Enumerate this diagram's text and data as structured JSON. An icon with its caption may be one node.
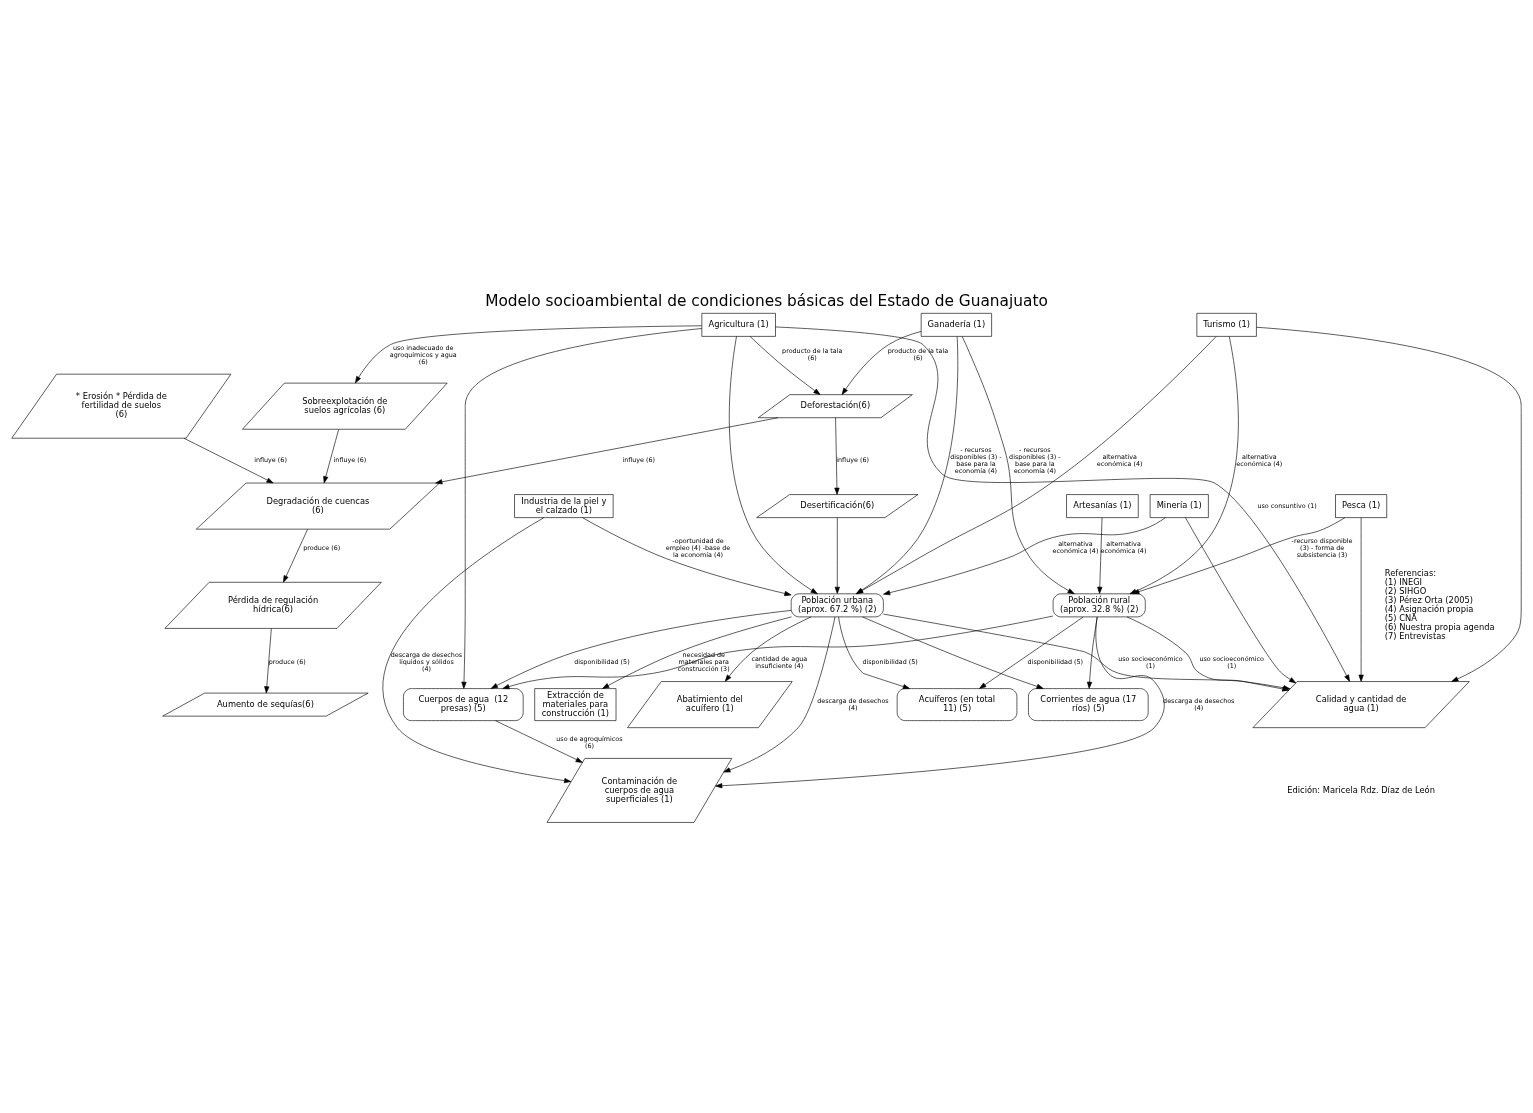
{
  "diagram": {
    "title": "Modelo socioambiental de condiciones básicas del Estado de Guanajuato",
    "nodes": [
      {
        "text": [
          "Agricultura (1)"
        ]
      },
      {
        "text": [
          "Sobreexplotación de suelos agrícolas (6)"
        ]
      },
      {
        "text": [
          "Degradación de cuencas (6)"
        ]
      },
      {
        "text": [
          "* Erosión * Pérdida de fertilidad de suelos (6)"
        ]
      },
      {
        "text": [
          "Cuerpos de agua  (12 presas) (5)"
        ]
      },
      {
        "text": [
          "Industria de la piel y el calzado (1)"
        ]
      },
      {
        "text": [
          "Contaminación de cuerpos de agua superficiales (1)"
        ]
      },
      {
        "text": [
          "Deforestación(6)"
        ]
      },
      {
        "text": [
          "Extracción de materiales para construcción (1)"
        ]
      },
      {
        "text": [
          "Población urbana (aprox. 67.2 %) (2)"
        ]
      },
      {
        "text": [
          "Acuíferos (en total 11) (5)"
        ]
      },
      {
        "text": [
          "Desertificación(6)"
        ]
      },
      {
        "text": [
          "Abatimiento del acuífero (1)"
        ]
      },
      {
        "text": [
          "Minería (1)"
        ]
      },
      {
        "text": [
          "Turismo (1)"
        ]
      },
      {
        "text": [
          "Población rural (aprox. 32.8 %) (2)"
        ]
      },
      {
        "text": [
          "Aumento de sequías(6)"
        ]
      },
      {
        "text": [
          "Pérdida de regulación hídrica(6)"
        ]
      },
      {
        "text": [
          "Corrientes de agua (17 ríos) (5)"
        ]
      },
      {
        "text": [
          "Ganadería (1)"
        ]
      },
      {
        "text": [
          "Artesanías (1)"
        ]
      },
      {
        "text": [
          "Pesca (1)"
        ]
      },
      {
        "text": [
          "Calidad y cantidad de agua (1)"
        ]
      }
    ],
    "edges": [
      {
        "from": 0,
        "to": 1,
        "arrow": "to",
        "label": "uso inadecuado de agroquímicos y agua (6)"
      },
      {
        "from": 0,
        "to": 4,
        "arrow": "to"
      },
      {
        "from": 0,
        "to": 7,
        "arrow": "to",
        "label": "producto de la tala (6)"
      },
      {
        "from": 0,
        "to": 9,
        "arrow": "to"
      },
      {
        "from": 0,
        "to": 22,
        "arrow": "to",
        "label": "uso consuntivo (1)"
      },
      {
        "from": 1,
        "to": 2,
        "arrow": "to",
        "label": "influye (6)"
      },
      {
        "from": 3,
        "to": 2,
        "arrow": "to",
        "label": "influye (6)"
      },
      {
        "from": 4,
        "to": 6,
        "arrow": "to",
        "label": "uso de agroquímicos (6)"
      },
      {
        "from": 5,
        "to": 9,
        "arrow": "to",
        "label": "-oportunidad de empleo (4) -base de la economía (4)"
      },
      {
        "from": 5,
        "to": 6,
        "arrow": "to",
        "label": "descarga de desechos líquidos y sólidos (4)"
      },
      {
        "from": 7,
        "to": 2,
        "arrow": "to",
        "label": "influye (6)"
      },
      {
        "from": 7,
        "to": 11,
        "arrow": "to",
        "label": "influye (6)"
      },
      {
        "from": 9,
        "to": 4,
        "arrow": "to",
        "label": "disponibilidad (5)"
      },
      {
        "from": 9,
        "to": 6,
        "arrow": "to",
        "label": "descarga de desechos (4)"
      },
      {
        "from": 9,
        "to": 10,
        "arrow": "to",
        "label": "disponibilidad (5)"
      },
      {
        "from": 9,
        "to": 8,
        "arrow": "to",
        "label": "necesidad de materiales para construcción (3)"
      },
      {
        "from": 9,
        "to": 12,
        "arrow": "to",
        "label": "cantidad de agua insuficiente (4)"
      },
      {
        "from": 11,
        "to": 9,
        "arrow": "to"
      },
      {
        "from": 13,
        "to": 9,
        "arrow": "to",
        "label": "alternativa económica (4)"
      },
      {
        "from": 2,
        "to": 17,
        "arrow": "to",
        "label": "produce (6)"
      },
      {
        "from": 17,
        "to": 16,
        "arrow": "to",
        "label": "produce (6)"
      },
      {
        "from": 19,
        "to": 7,
        "arrow": "to",
        "label": "producto de la tala (6)"
      },
      {
        "from": 19,
        "to": 9,
        "arrow": "to",
        "label": "- recursos disponibles (3) - base para la economía (4)"
      },
      {
        "from": 19,
        "to": 15,
        "arrow": "to",
        "label": "- recursos disponibles (3) - base para la economía (4)"
      },
      {
        "from": 14,
        "to": 9,
        "arrow": "to",
        "label": "alternativa económica (4)"
      },
      {
        "from": 14,
        "to": 15,
        "arrow": "to",
        "label": "alternativa económica (4)"
      },
      {
        "from": 14,
        "to": 22,
        "arrow": "to"
      },
      {
        "from": 9,
        "to": 22,
        "arrow": "to",
        "label": "uso socioeconómico (1)"
      },
      {
        "from": 9,
        "to": 18,
        "arrow": "to"
      },
      {
        "from": 15,
        "to": 6,
        "arrow": "to",
        "label": "descarga de desechos (4)"
      },
      {
        "from": 15,
        "to": 10,
        "arrow": "to",
        "label": "disponibilidad (5)"
      },
      {
        "from": 15,
        "to": 4,
        "arrow": "to"
      },
      {
        "from": 15,
        "to": 18,
        "arrow": "to"
      },
      {
        "from": 15,
        "to": 22,
        "arrow": "to",
        "label": "uso socioeconómico (1)"
      },
      {
        "from": 20,
        "to": 15,
        "arrow": "to",
        "label": "alternativa económica (4)"
      },
      {
        "from": 21,
        "to": 15,
        "arrow": "to",
        "label": "-recurso disponible (3) - forma de subsistencia (3)"
      },
      {
        "from": 21,
        "to": 22,
        "arrow": "to"
      },
      {
        "from": 13,
        "to": 22,
        "arrow": "to"
      }
    ],
    "labels": [
      "Referencias:",
      "(1) INEGI",
      "(2) SIHGO",
      "(3) Pérez Orta (2005)",
      "(4) Asignación propia",
      "(5) CNA",
      "(6) Nuestra propia agenda",
      "(7) Entrevistas",
      "Edición: Maricela Rdz. Díaz de León"
    ]
  }
}
